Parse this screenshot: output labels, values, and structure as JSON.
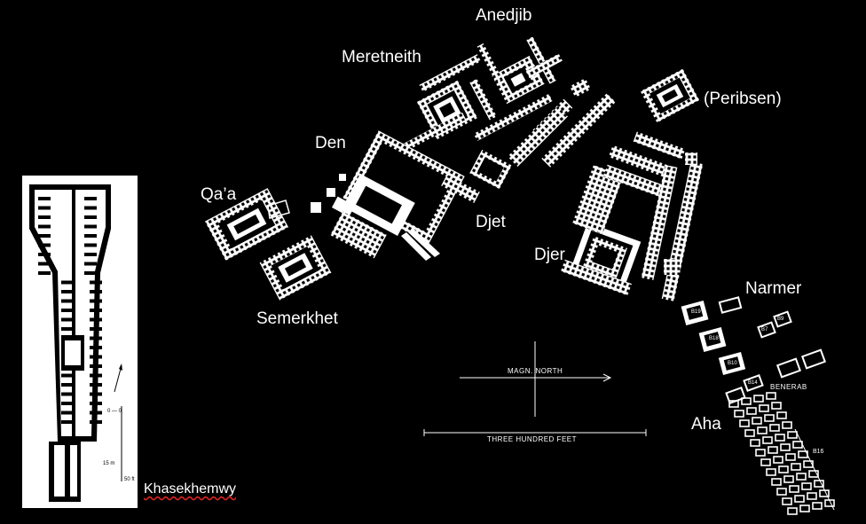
{
  "tombs": {
    "anedjib": "Anedjib",
    "meretneith": "Meretneith",
    "peribsen": "(Peribsen)",
    "den": "Den",
    "qaa": "Qa’a",
    "djet": "Djet",
    "djer": "Djer",
    "semerkhet": "Semerkhet",
    "narmer": "Narmer",
    "aha": "Aha",
    "khasekhemwy": "Khasekhemwy"
  },
  "annotations": {
    "magn_north": "MAGN. NORTH",
    "scale_bar": "THREE HUNDRED FEET",
    "benerab": "BENERAB",
    "b19": "B19",
    "b18": "B18",
    "b10": "B10",
    "b14": "B14",
    "b16": "B16",
    "b7": "B7",
    "b9": "B9"
  },
  "inset": {
    "scale_zero": "0 — 0",
    "scale_15m": "15 m",
    "scale_50ft": "50 ft"
  },
  "colors": {
    "background": "#000000",
    "plan": "#ffffff",
    "underline": "#dd2222"
  }
}
